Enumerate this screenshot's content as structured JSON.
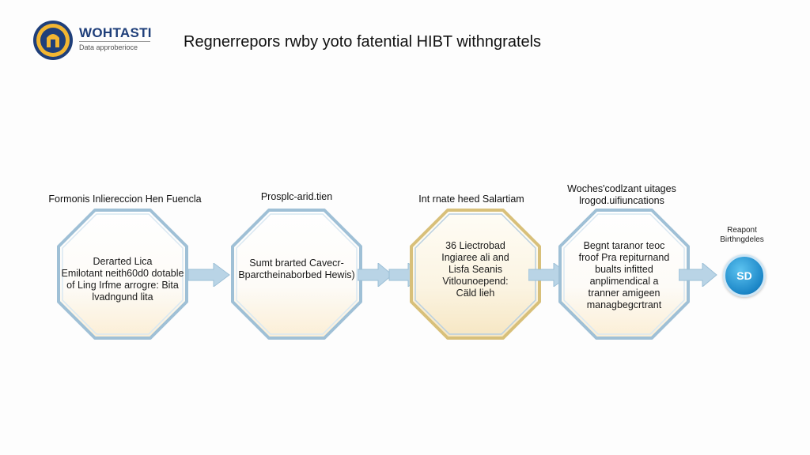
{
  "header": {
    "brand_name": "WOHTASTI",
    "brand_tagline": "Data approberioce",
    "title": "Regnerrepors rwby yoto fatential HIBT withngratels"
  },
  "stages": [
    {
      "label": [
        "Formonis Inliereccion Hen Fuencla"
      ],
      "lines": [
        "Derarted Lica",
        "Emilotant neith60d0 dotable",
        "of Ling Irfme arrogre: Bita",
        "lvadngund lita"
      ],
      "highlight": false
    },
    {
      "label": [
        "Prosplc-arid.tien"
      ],
      "lines": [
        "Sumt brarted Cavecr-",
        "Bparctheinaborbed Hewis)"
      ],
      "highlight": false
    },
    {
      "label": [
        "Int rnate heed Salartiam"
      ],
      "lines": [
        "36 Liectrobad",
        "Ingiaree ali and",
        "Lisfa Seanis",
        "Vitlounoepend:",
        "Cäld lieh"
      ],
      "highlight": true
    },
    {
      "label": [
        "Woches'codlzant uitages",
        "lrogod.uifiuncations"
      ],
      "lines": [
        "Begnt taranor teoc",
        "froof Pra repiturnand",
        "bualts infitted",
        "anplimendical a",
        "tranner amigeen",
        "managbegcrtrant"
      ],
      "highlight": false
    }
  ],
  "end_node": {
    "label": [
      "Reapont",
      "Birthngdeles"
    ],
    "badge": "SD"
  },
  "colors": {
    "octagon_border": "#9fc0d6",
    "octagon_fill_bottom": "#fbf1de",
    "highlight_border": "#d8c07a",
    "arrow_fill": "#b9d4e6",
    "end_node": "#1b86c7"
  }
}
